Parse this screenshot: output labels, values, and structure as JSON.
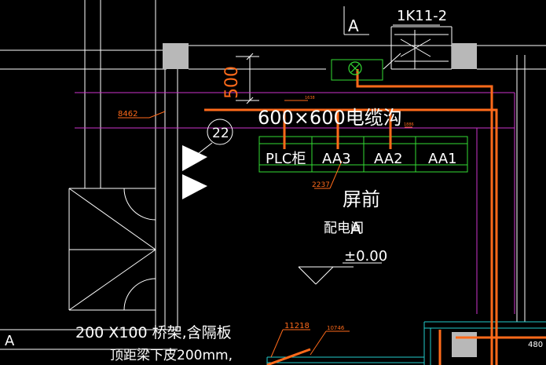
{
  "drawing": {
    "section_marker": "A",
    "fan_unit_tag": "1K11-2",
    "dimension_500": "500",
    "cable_trench_label": "600×600电缆沟",
    "grid_bubble_number": "22",
    "panels": [
      {
        "label": "PLC柜"
      },
      {
        "label": "AA3"
      },
      {
        "label": "AA2"
      },
      {
        "label": "AA1"
      }
    ],
    "screen_front_label": "屏前",
    "room_label": "配电间",
    "room_label_suffix": "A",
    "elevation_label": "±0.00",
    "tray_label": "200 X100 桥架,含隔板",
    "tray_note": "顶距梁下皮200mm,",
    "left_edge_marker": "A",
    "leaders": {
      "l8462": "8462",
      "l2237": "2237",
      "l11218": "11218",
      "l10746": "10746",
      "l480": "480",
      "small_top": "1638",
      "small_right": "1886"
    },
    "colors": {
      "background": "#000000",
      "linework": "#ffffff",
      "cable_route": "#ff6a1a",
      "trench_edge": "#cc33cc",
      "panel_outline": "#33dd33",
      "tray_outline": "#22cccc",
      "column": "#b8b8b8"
    }
  }
}
